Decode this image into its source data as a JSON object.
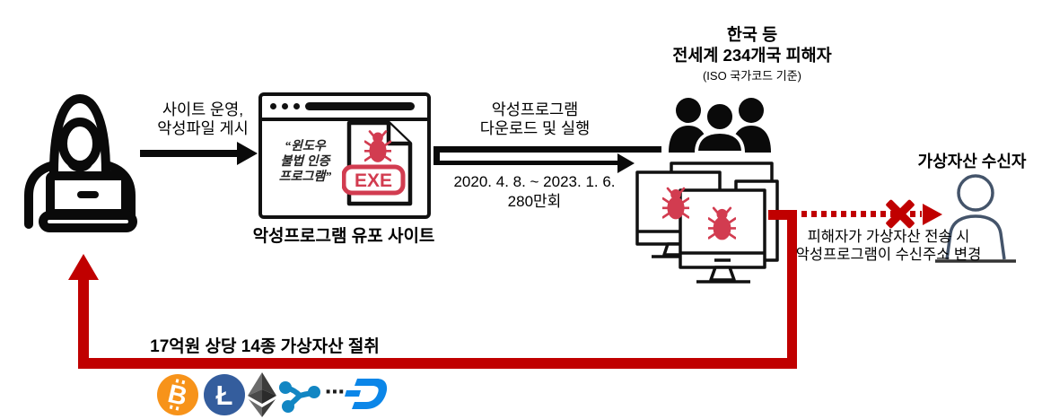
{
  "colors": {
    "arrow_red": "#C00000",
    "malware_red": "#D23C50",
    "black": "#0a0a0a",
    "recipient_outline": "#44546A",
    "bitcoin_orange": "#F7931A",
    "litecoin_blue": "#345D9D",
    "ethereum_dark": "#3C3C3B",
    "ripple_blue": "#1286C3",
    "dash_blue": "#0B86E8"
  },
  "icons": [
    {
      "name": "hacker-laptop-icon"
    },
    {
      "name": "browser-window-icon"
    },
    {
      "name": "malware-exe-file-icon"
    },
    {
      "name": "bug-icon"
    },
    {
      "name": "people-group-icon"
    },
    {
      "name": "infected-computers-icon"
    },
    {
      "name": "person-outline-icon"
    },
    {
      "name": "x-mark-icon"
    },
    {
      "name": "bitcoin-icon"
    },
    {
      "name": "litecoin-icon"
    },
    {
      "name": "ethereum-icon"
    },
    {
      "name": "ripple-icon"
    },
    {
      "name": "dash-icon"
    }
  ],
  "flow1": {
    "line1": "사이트 운영,",
    "line2": "악성파일 게시"
  },
  "site": {
    "quote1": "“윈도우",
    "quote2": "불법 인증",
    "quote3": "프로그램”",
    "exe": "EXE",
    "caption": "악성프로그램 유포 사이트"
  },
  "flow2": {
    "line1": "악성프로그램",
    "line2": "다운로드 및 실행",
    "period": "2020. 4. 8. ~ 2023. 1. 6.",
    "count": "280만회"
  },
  "victims": {
    "line1": "한국 등",
    "line2": "전세계 234개국 피해자",
    "line3": "(ISO 국가코드 기준)"
  },
  "recipient": {
    "title": "가상자산 수신자",
    "note1": "피해자가 가상자산 전송 시",
    "note2": "악성프로그램이 수신주소 변경"
  },
  "theft": {
    "label": "17억원 상당 14종 가상자산 절취",
    "ellipsis": "⋯"
  },
  "crypto": {
    "bitcoin_symbol": "B",
    "litecoin_symbol": "Ł"
  }
}
